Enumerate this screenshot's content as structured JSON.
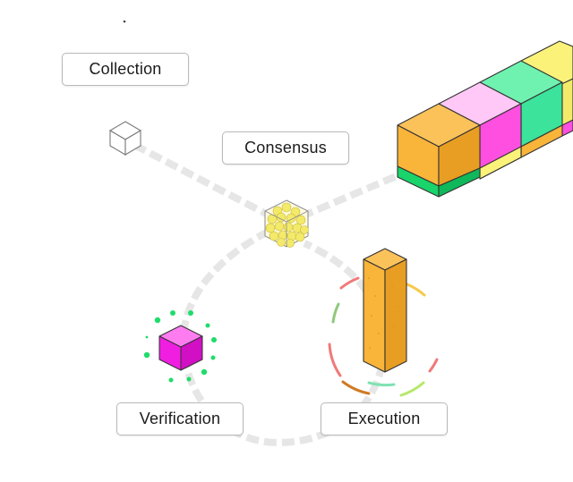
{
  "stages": {
    "collection": {
      "label": "Collection"
    },
    "consensus": {
      "label": "Consensus"
    },
    "verification": {
      "label": "Verification"
    },
    "execution": {
      "label": "Execution"
    }
  },
  "colors": {
    "path": "#e6e6e6",
    "block_orange": "#f9b43a",
    "block_pink": "#ff4fe0",
    "block_mint": "#6ff2b0",
    "block_yellow": "#fbf27a",
    "block_green_stripe": "#18d46a",
    "verification_magenta": "#f01ee0",
    "verification_dots": "#1fdc6a",
    "consensus_yellow": "#f4ea6a"
  },
  "icons": {
    "collection": "wireframe-cube-icon",
    "consensus": "cube-of-spheres-icon",
    "verification": "magenta-cube-icon",
    "execution": "orange-column-icon",
    "chain": "blockchain-blocks-icon"
  }
}
